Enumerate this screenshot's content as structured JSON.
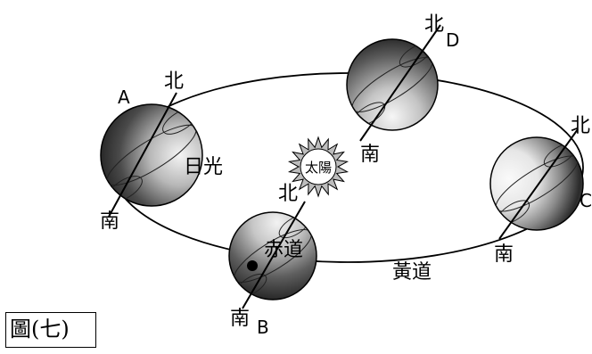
{
  "caption": "圖(七)",
  "sun_label": "太陽",
  "ecliptic_label": "黃道",
  "equator_label": "赤道",
  "sunlight_label": "日光",
  "north": "北",
  "south": "南",
  "positions": {
    "A": "A",
    "B": "B",
    "C": "C",
    "D": "D"
  }
}
